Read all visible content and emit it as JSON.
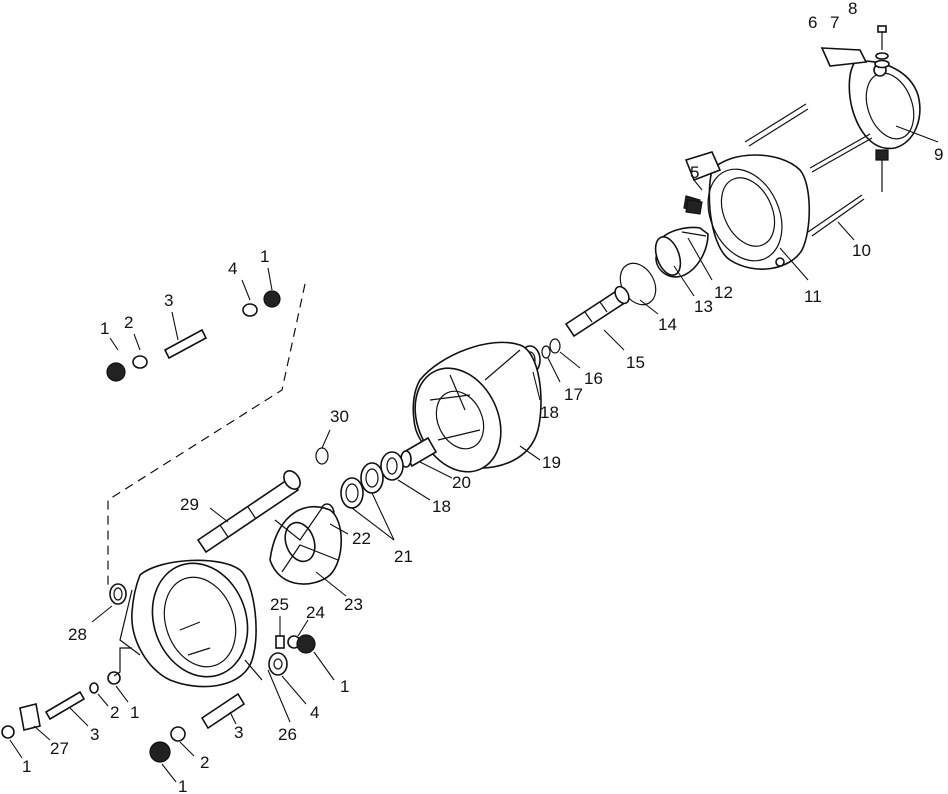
{
  "callouts": [
    {
      "id": "c-8",
      "text": "8"
    },
    {
      "id": "c-7",
      "text": "7"
    },
    {
      "id": "c-6",
      "text": "6"
    },
    {
      "id": "c-9",
      "text": "9"
    },
    {
      "id": "c-5",
      "text": "5"
    },
    {
      "id": "c-10",
      "text": "10"
    },
    {
      "id": "c-11",
      "text": "11"
    },
    {
      "id": "c-12",
      "text": "12"
    },
    {
      "id": "c-13",
      "text": "13"
    },
    {
      "id": "c-14",
      "text": "14"
    },
    {
      "id": "c-15",
      "text": "15"
    },
    {
      "id": "c-16",
      "text": "16"
    },
    {
      "id": "c-17",
      "text": "17"
    },
    {
      "id": "c-18a",
      "text": "18"
    },
    {
      "id": "c-19",
      "text": "19"
    },
    {
      "id": "c-30",
      "text": "30"
    },
    {
      "id": "c-20",
      "text": "20"
    },
    {
      "id": "c-18b",
      "text": "18"
    },
    {
      "id": "c-29",
      "text": "29"
    },
    {
      "id": "c-22",
      "text": "22"
    },
    {
      "id": "c-21",
      "text": "21"
    },
    {
      "id": "c-23",
      "text": "23"
    },
    {
      "id": "c-4a",
      "text": "4"
    },
    {
      "id": "c-1a",
      "text": "1"
    },
    {
      "id": "c-3a",
      "text": "3"
    },
    {
      "id": "c-1b",
      "text": "1"
    },
    {
      "id": "c-2a",
      "text": "2"
    },
    {
      "id": "c-28",
      "text": "28"
    },
    {
      "id": "c-25",
      "text": "25"
    },
    {
      "id": "c-24",
      "text": "24"
    },
    {
      "id": "c-1c",
      "text": "1"
    },
    {
      "id": "c-4b",
      "text": "4"
    },
    {
      "id": "c-26",
      "text": "26"
    },
    {
      "id": "c-3b",
      "text": "3"
    },
    {
      "id": "c-2b",
      "text": "2"
    },
    {
      "id": "c-1d",
      "text": "1"
    },
    {
      "id": "c-2c",
      "text": "2"
    },
    {
      "id": "c-1e",
      "text": "1"
    },
    {
      "id": "c-3c",
      "text": "3"
    },
    {
      "id": "c-27",
      "text": "27"
    },
    {
      "id": "c-1f",
      "text": "1"
    }
  ]
}
